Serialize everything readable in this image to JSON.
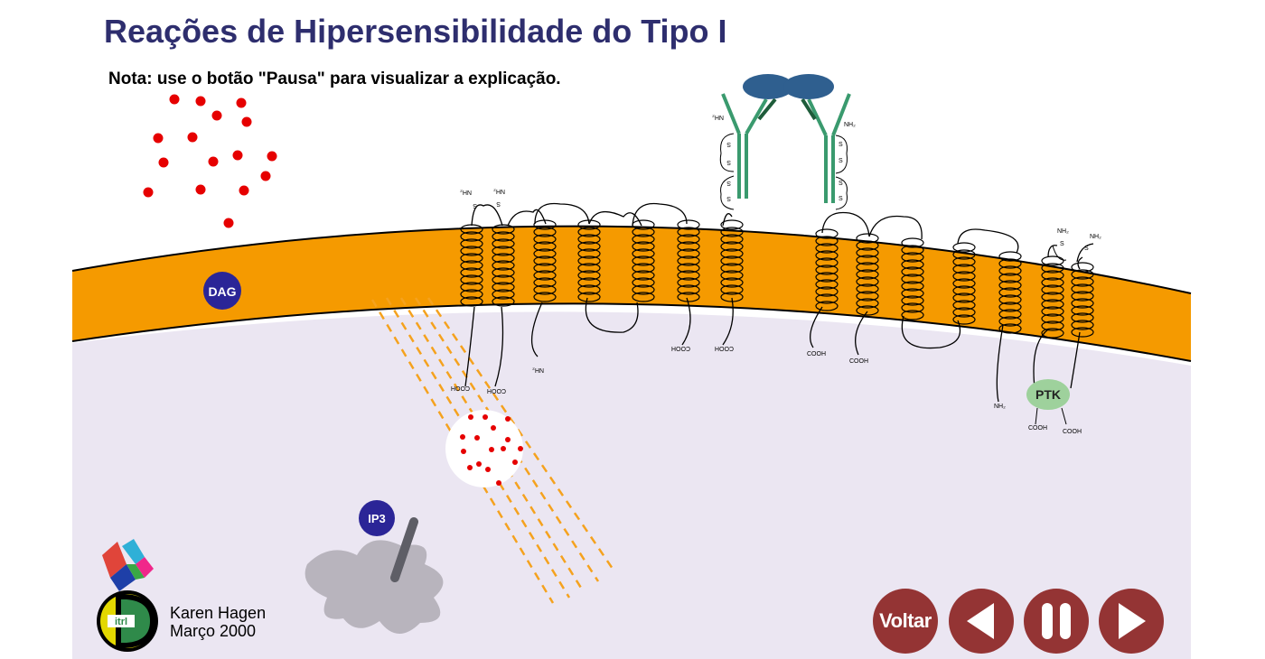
{
  "header": {
    "title": "Reações de Hipersensibilidade do Tipo I",
    "note": "Nota: use o botão \"Pausa\" para visualizar a explicação."
  },
  "diagram": {
    "labels": {
      "dag": "DAG",
      "ip3": "IP3",
      "ptk": "PTK",
      "nh2": "NH₂",
      "cooh": "COOH",
      "s": "S"
    },
    "colors": {
      "membrane": "#f59a00",
      "cytoplasm": "#ebe6f2",
      "granule": "#e60000",
      "antibody": "#3a9a6e",
      "antigen": "#2f5f8f",
      "badge": "#2b2597",
      "ptk": "#9ed19c",
      "organelle": "#b8b4bd",
      "channel_lines": "#f5a21e"
    }
  },
  "footer": {
    "author_name": "Karen Hagen",
    "author_date": "Março 2000",
    "logo_text": "itrl"
  },
  "controls": {
    "back_label": "Voltar",
    "prev_icon": "triangle-left-icon",
    "pause_icon": "pause-icon",
    "next_icon": "triangle-right-icon",
    "color": "#943434"
  }
}
